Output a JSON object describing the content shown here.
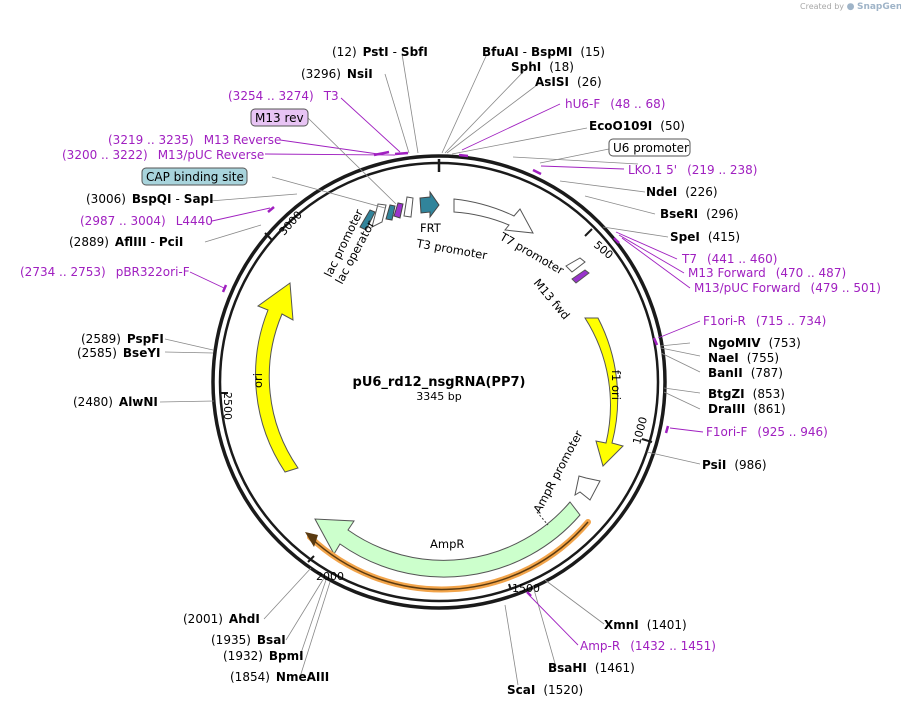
{
  "watermark": {
    "created_by": "Created by",
    "brand": "SnapGene"
  },
  "title": "pU6_rd12_nsgRNA(PP7)",
  "length_label": "3345 bp",
  "colors": {
    "backbone": "#1a1a1a",
    "primer": "#a020c0",
    "ori": "#ffff00",
    "ampr": "#ccffcc",
    "ampr_promoter": "#ffffff",
    "frt": "#31849b",
    "lac_operator": "#9933cc",
    "cap_box": "#a8d4dc",
    "m13rev_box": "#e8c4f4",
    "orange_outline": "#f2a44a"
  },
  "ticks": [
    "500",
    "1000",
    "1500",
    "2000",
    "2500",
    "3000"
  ],
  "enzymes": [
    {
      "id": "psti",
      "pos": "(12)",
      "name": "PstI",
      "extra": "SbfI"
    },
    {
      "id": "bfuai",
      "pos": "(15)",
      "name": "BfuAI",
      "extra": "BspMI"
    },
    {
      "id": "sphi",
      "pos": "(18)",
      "name": "SphI",
      "extra": ""
    },
    {
      "id": "aslsi",
      "pos": "(26)",
      "name": "AsISI",
      "extra": ""
    },
    {
      "id": "eco",
      "pos": "(50)",
      "name": "EcoO109I",
      "extra": ""
    },
    {
      "id": "ndei",
      "pos": "(226)",
      "name": "NdeI",
      "extra": ""
    },
    {
      "id": "beri",
      "pos": "(296)",
      "name": "BseRI",
      "extra": ""
    },
    {
      "id": "spei",
      "pos": "(415)",
      "name": "SpeI",
      "extra": ""
    },
    {
      "id": "ngo",
      "pos": "(753)",
      "name": "NgoMIV",
      "extra": ""
    },
    {
      "id": "naei",
      "pos": "(755)",
      "name": "NaeI",
      "extra": ""
    },
    {
      "id": "banii",
      "pos": "(787)",
      "name": "BanII",
      "extra": ""
    },
    {
      "id": "btgzi",
      "pos": "(853)",
      "name": "BtgZI",
      "extra": ""
    },
    {
      "id": "draiii",
      "pos": "(861)",
      "name": "DraIII",
      "extra": ""
    },
    {
      "id": "psii",
      "pos": "(986)",
      "name": "PsiI",
      "extra": ""
    },
    {
      "id": "xmni",
      "pos": "(1401)",
      "name": "XmnI",
      "extra": ""
    },
    {
      "id": "bsahi",
      "pos": "(1461)",
      "name": "BsaHI",
      "extra": ""
    },
    {
      "id": "scai",
      "pos": "(1520)",
      "name": "ScaI",
      "extra": ""
    },
    {
      "id": "nmeaiii",
      "pos": "(1854)",
      "name": "NmeAIII",
      "extra": ""
    },
    {
      "id": "bpmi",
      "pos": "(1932)",
      "name": "BpmI",
      "extra": ""
    },
    {
      "id": "bsai",
      "pos": "(1935)",
      "name": "BsaI",
      "extra": ""
    },
    {
      "id": "ahdi",
      "pos": "(2001)",
      "name": "AhdI",
      "extra": ""
    },
    {
      "id": "alwni",
      "pos": "(2480)",
      "name": "AlwNI",
      "extra": ""
    },
    {
      "id": "bseyi",
      "pos": "(2585)",
      "name": "BseYI",
      "extra": ""
    },
    {
      "id": "pspfi",
      "pos": "(2589)",
      "name": "PspFI",
      "extra": ""
    },
    {
      "id": "afliii",
      "pos": "(2889)",
      "name": "AflIII",
      "extra": "PciI"
    },
    {
      "id": "bspqi",
      "pos": "(3006)",
      "name": "BspQI",
      "extra": "SapI"
    },
    {
      "id": "nsii",
      "pos": "(3296)",
      "name": "NsiI",
      "extra": ""
    }
  ],
  "primers": [
    {
      "id": "hu6f",
      "name": "hU6-F",
      "range": "(48 .. 68)"
    },
    {
      "id": "lko",
      "name": "LKO.1 5'",
      "range": "(219 .. 238)"
    },
    {
      "id": "t7",
      "name": "T7",
      "range": "(441 .. 460)"
    },
    {
      "id": "m13f",
      "name": "M13 Forward",
      "range": "(470 .. 487)"
    },
    {
      "id": "m13puf",
      "name": "M13/pUC Forward",
      "range": "(479 .. 501)"
    },
    {
      "id": "f1r",
      "name": "F1ori-R",
      "range": "(715 .. 734)"
    },
    {
      "id": "f1f",
      "name": "F1ori-F",
      "range": "(925 .. 946)"
    },
    {
      "id": "ampr",
      "name": "Amp-R",
      "range": "(1432 .. 1451)"
    },
    {
      "id": "pbr",
      "name": "pBR322ori-F",
      "range": "(2734 .. 2753)"
    },
    {
      "id": "l4440",
      "name": "L4440",
      "range": "(2987 .. 3004)"
    },
    {
      "id": "m13r",
      "name": "M13 Reverse",
      "range": "(3219 .. 3235)"
    },
    {
      "id": "m13pur",
      "name": "M13/pUC Reverse",
      "range": "(3200 .. 3222)"
    },
    {
      "id": "t3",
      "name": "T3",
      "range": "(3254 .. 3274)"
    }
  ],
  "boxed_labels": {
    "u6": "U6 promoter",
    "m13rev": "M13 rev",
    "cap": "CAP binding site"
  },
  "features": {
    "ori": "ori",
    "f1ori": "f1 ori",
    "ampr": "AmpR",
    "ampr_promoter": "AmpR promoter",
    "t7_promoter": "T7 promoter",
    "m13_fwd": "M13 fwd",
    "lac_promoter": "lac promoter",
    "lac_operator": "lac operator",
    "frt": "FRT",
    "t3_promoter": "T3 promoter"
  }
}
